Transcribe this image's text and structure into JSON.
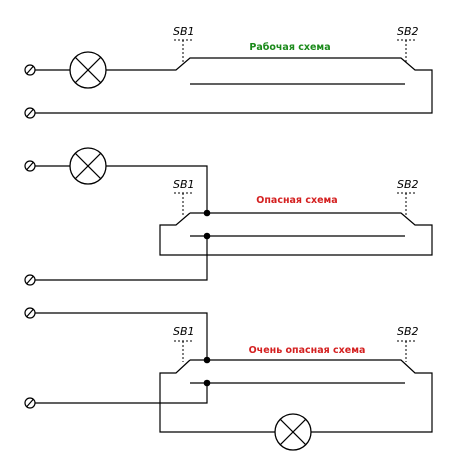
{
  "colors": {
    "working": "#1a8a1a",
    "dangerous": "#d42020",
    "wire": "#000000"
  },
  "diagrams": [
    {
      "title": "Рабочая схема",
      "switch_left": "SB1",
      "switch_right": "SB2",
      "title_color": "#1a8a1a"
    },
    {
      "title": "Опасная схема",
      "switch_left": "SB1",
      "switch_right": "SB2",
      "title_color": "#d42020"
    },
    {
      "title": "Очень опасная схема",
      "switch_left": "SB1",
      "switch_right": "SB2",
      "title_color": "#d42020"
    }
  ]
}
